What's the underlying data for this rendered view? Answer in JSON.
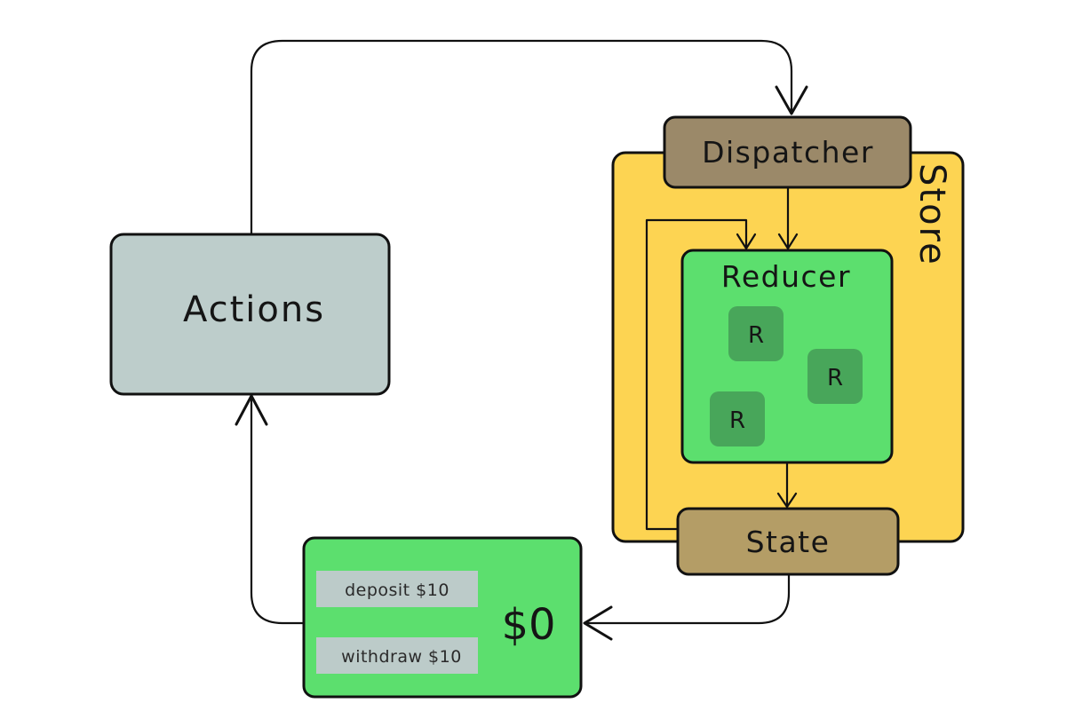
{
  "diagram": {
    "actions": {
      "label": "Actions",
      "fill": "#bdcdcb"
    },
    "store": {
      "label": "Store",
      "fill": "#fdd452"
    },
    "dispatcher": {
      "label": "Dispatcher",
      "fill": "#9b8969"
    },
    "reducer": {
      "label": "Reducer",
      "fill": "#5cdf6e",
      "items": [
        {
          "label": "R"
        },
        {
          "label": "R"
        },
        {
          "label": "R"
        }
      ],
      "item_fill": "#48a65a"
    },
    "state": {
      "label": "State",
      "fill": "#b49d66"
    },
    "view": {
      "amount": "$0",
      "fill": "#5cdf6e",
      "buttons": [
        {
          "label": "deposit $10"
        },
        {
          "label": "withdraw $10"
        }
      ],
      "button_fill": "#bccbc9"
    }
  }
}
